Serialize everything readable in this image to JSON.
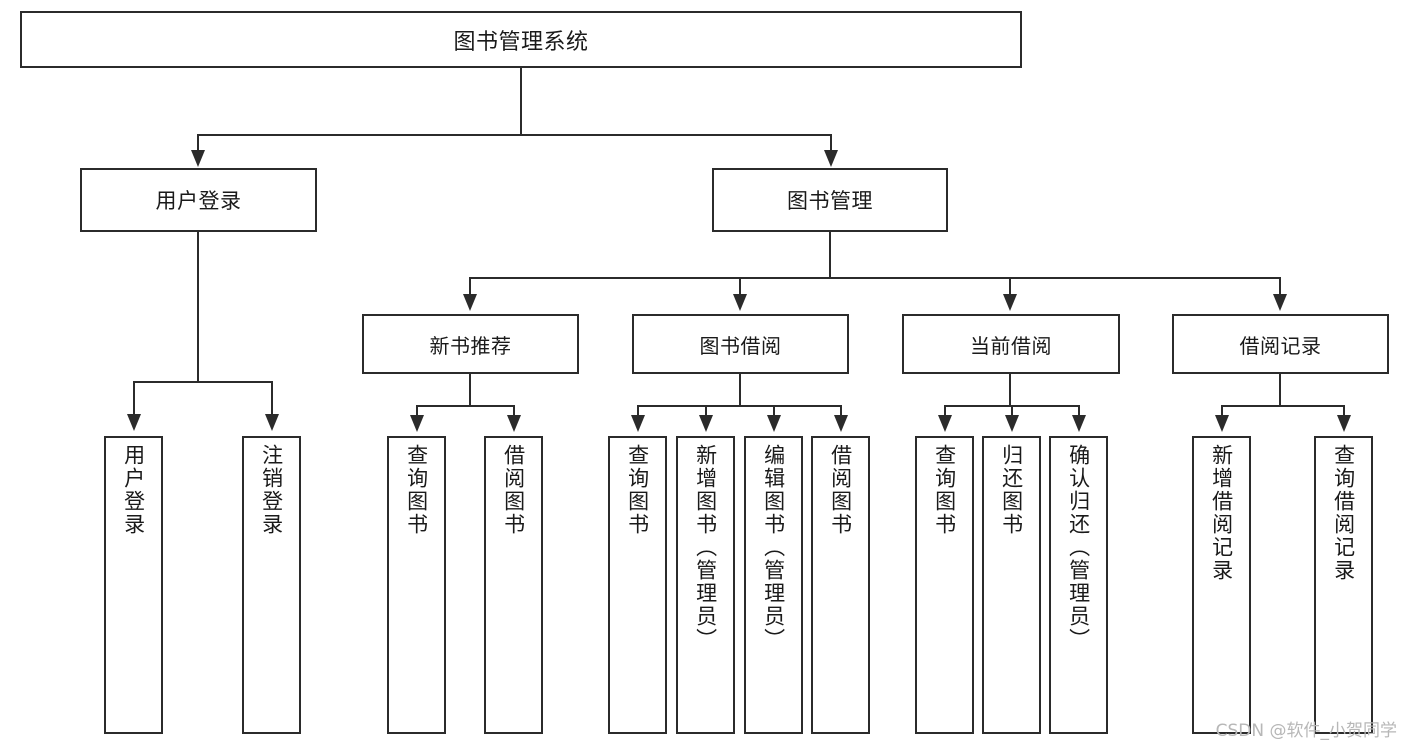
{
  "diagram": {
    "title": "图书管理系统",
    "type": "tree",
    "watermark": "CSDN @软件_小贺同学",
    "root": {
      "label": "图书管理系统"
    },
    "level2": [
      {
        "id": "user-login",
        "label": "用户登录"
      },
      {
        "id": "book-manage",
        "label": "图书管理"
      }
    ],
    "level3": [
      {
        "id": "new-book-recommend",
        "label": "新书推荐"
      },
      {
        "id": "book-borrow",
        "label": "图书借阅"
      },
      {
        "id": "current-borrow",
        "label": "当前借阅"
      },
      {
        "id": "borrow-record",
        "label": "借阅记录"
      }
    ],
    "leaves": {
      "user_login": [
        {
          "id": "leaf-user-login",
          "label": "用户登录"
        },
        {
          "id": "leaf-logout-login",
          "label": "注销登录"
        }
      ],
      "new_book_recommend": [
        {
          "id": "leaf-query-book-1",
          "label": "查询图书"
        },
        {
          "id": "leaf-borrow-book-1",
          "label": "借阅图书"
        }
      ],
      "book_borrow": [
        {
          "id": "leaf-query-book-2",
          "label": "查询图书"
        },
        {
          "id": "leaf-add-book",
          "label": "新增图书（管理员）"
        },
        {
          "id": "leaf-edit-book",
          "label": "编辑图书（管理员）"
        },
        {
          "id": "leaf-borrow-book-2",
          "label": "借阅图书"
        }
      ],
      "current_borrow": [
        {
          "id": "leaf-query-book-3",
          "label": "查询图书"
        },
        {
          "id": "leaf-return-book",
          "label": "归还图书"
        },
        {
          "id": "leaf-confirm-return",
          "label": "确认归还（管理员）"
        }
      ],
      "borrow_record": [
        {
          "id": "leaf-add-borrow-record",
          "label": "新增借阅记录"
        },
        {
          "id": "leaf-query-borrow-record",
          "label": "查询借阅记录"
        }
      ]
    },
    "colors": {
      "stroke": "#2b2b2b",
      "fill": "#ffffff",
      "watermark": "#b7b7b7"
    }
  }
}
